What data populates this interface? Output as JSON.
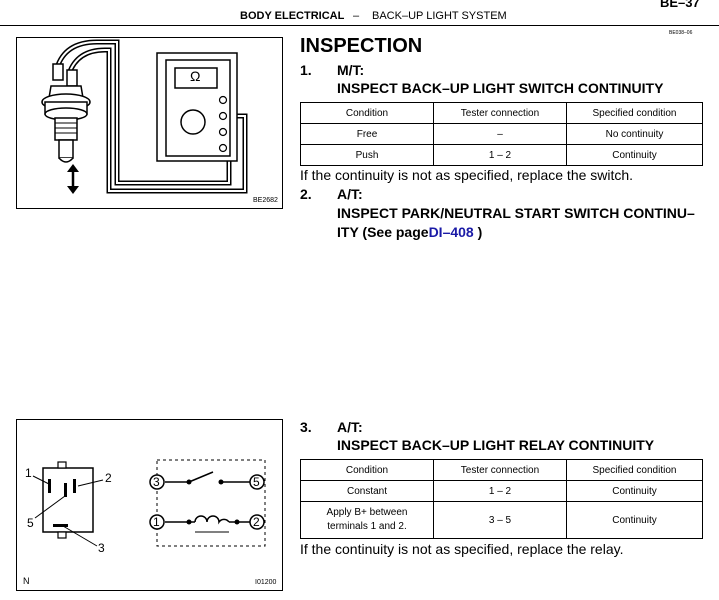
{
  "header": {
    "section": "BODY ELECTRICAL",
    "dash": "–",
    "system": "BACK–UP LIGHT SYSTEM",
    "page_number": "BE–37",
    "small_code": "BE038–06"
  },
  "figures": {
    "top": {
      "code": "BE2682",
      "meter_symbol": "Ω"
    },
    "bottom": {
      "code": "I01200",
      "corner_label": "N",
      "pin_labels": [
        "1",
        "2",
        "5",
        "3"
      ],
      "terminal_labels": [
        "3",
        "5",
        "1",
        "2"
      ]
    }
  },
  "inspection": {
    "heading": "INSPECTION",
    "step1": {
      "num": "1.",
      "variant": "M/T:",
      "title": "INSPECT BACK–UP LIGHT SWITCH CONTINUITY",
      "table": {
        "headers": [
          "Condition",
          "Tester connection",
          "Specified condition"
        ],
        "rows": [
          [
            "Free",
            "–",
            "No continuity"
          ],
          [
            "Push",
            "1 – 2",
            "Continuity"
          ]
        ]
      },
      "note": "If the continuity is not as specified, replace the switch."
    },
    "step2": {
      "num": "2.",
      "variant": "A/T:",
      "title_line1": "INSPECT PARK/NEUTRAL START SWITCH CONTINU–",
      "title_line2_prefix": "ITY (See page",
      "title_link": "DI–408",
      "title_line2_suffix": " )"
    },
    "step3": {
      "num": "3.",
      "variant": "A/T:",
      "title": "INSPECT BACK–UP LIGHT RELAY CONTINUITY",
      "table": {
        "headers": [
          "Condition",
          "Tester connection",
          "Specified condition"
        ],
        "rows": [
          [
            "Constant",
            "1 – 2",
            "Continuity"
          ],
          [
            "Apply B+ between terminals 1 and 2.",
            "3 – 5",
            "Continuity"
          ]
        ]
      },
      "note": "If the continuity is not as specified, replace the relay."
    }
  }
}
